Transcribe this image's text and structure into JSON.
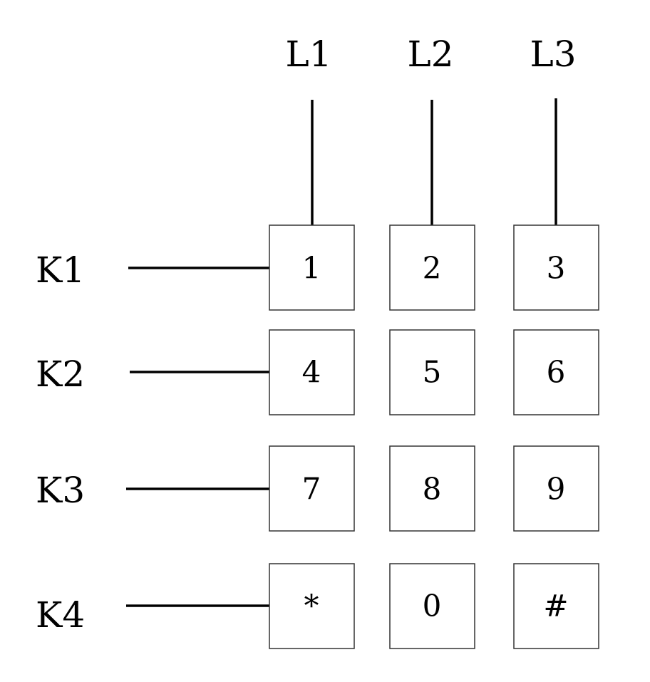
{
  "column_labels": [
    "L1",
    "L2",
    "L3"
  ],
  "row_labels": [
    "K1",
    "K2",
    "K3",
    "K4"
  ],
  "keys": [
    [
      "1",
      "2",
      "3"
    ],
    [
      "4",
      "5",
      "6"
    ],
    [
      "7",
      "8",
      "9"
    ],
    [
      "*",
      "0",
      "#"
    ]
  ],
  "colors": {
    "background": "#ffffff",
    "line": "#000000",
    "box_border": "#333333",
    "text": "#000000"
  }
}
